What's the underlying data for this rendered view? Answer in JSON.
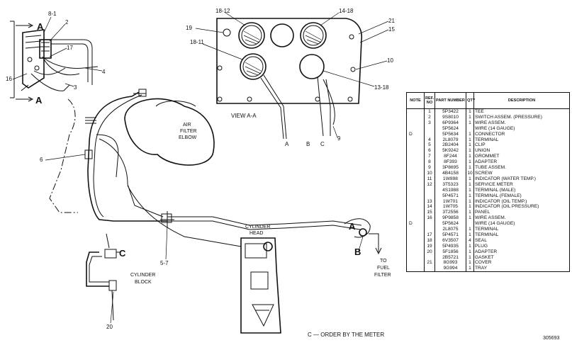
{
  "diagram": {
    "callouts": {
      "c8_1": "8-1",
      "c2": "2",
      "c17": "17",
      "c16": "16",
      "c4": "4",
      "c3": "3",
      "c18_12": "18-12",
      "c14_18": "14-18",
      "c21": "21",
      "c15": "15",
      "c19": "19",
      "c18_11": "18-11",
      "c10": "10",
      "c13_18": "13-18",
      "c9": "9",
      "c6": "6",
      "c5_7": "5-7",
      "c20": "20"
    },
    "section_a_top": "A",
    "section_a_bottom": "A",
    "view_label": "VIEW A-A",
    "pipe_a": "A",
    "pipe_b": "B",
    "pipe_c": "C",
    "air_filter_label": [
      "AIR",
      "FILTER",
      "ELBOW"
    ],
    "cylinder_head_label": [
      "CYLINDER",
      "HEAD"
    ],
    "cylinder_block_label": [
      "CYLINDER",
      "BLOCK"
    ],
    "to_fuel_filter_label": [
      "TO",
      "FUEL",
      "FILTER"
    ],
    "marker_a": "A",
    "marker_b": "B",
    "marker_c": "C"
  },
  "parts_table": {
    "headers": [
      "NOTE",
      "REF. NO",
      "PART NUMBER",
      "QTY",
      "DESCRIPTION"
    ],
    "rows": [
      {
        "note": "",
        "ref": "1",
        "part": "5P3422",
        "qty": "1",
        "desc": "TEE"
      },
      {
        "note": "",
        "ref": "2",
        "part": "9S8010",
        "qty": "1",
        "desc": "SWITCH ASSEM. (PRESSURE)"
      },
      {
        "note": "",
        "ref": "3",
        "part": "6P9364",
        "qty": "1",
        "desc": "WIRE ASSEM."
      },
      {
        "note": "",
        "ref": "",
        "part": "5P5624",
        "qty": "",
        "desc": "  WIRE (14 GAUGE)"
      },
      {
        "note": "D",
        "ref": "",
        "part": "5P5634",
        "qty": "1",
        "desc": "  CONNECTOR"
      },
      {
        "note": "",
        "ref": "4",
        "part": "2L8079",
        "qty": "1",
        "desc": "  TERMINAL"
      },
      {
        "note": "",
        "ref": "5",
        "part": "2B2404",
        "qty": "1",
        "desc": "CLIP"
      },
      {
        "note": "",
        "ref": "6",
        "part": "5K9242",
        "qty": "1",
        "desc": "UNION"
      },
      {
        "note": "",
        "ref": "7",
        "part": "8F244",
        "qty": "1",
        "desc": "GROMMET"
      },
      {
        "note": "",
        "ref": "8",
        "part": "8F393",
        "qty": "1",
        "desc": "ADAPTER"
      },
      {
        "note": "",
        "ref": "9",
        "part": "3P8695",
        "qty": "1",
        "desc": "TUBE ASSEM."
      },
      {
        "note": "",
        "ref": "10",
        "part": "4B4158",
        "qty": "10",
        "desc": "SCREW"
      },
      {
        "note": "",
        "ref": "11",
        "part": "1W898",
        "qty": "1",
        "desc": "INDICATOR (WATER TEMP.)"
      },
      {
        "note": "",
        "ref": "12",
        "part": "3T5323",
        "qty": "1",
        "desc": "SERVICE METER"
      },
      {
        "note": "",
        "ref": "",
        "part": "4S1988",
        "qty": "1",
        "desc": "  TERMINAL (MALE)"
      },
      {
        "note": "",
        "ref": "",
        "part": "5P4571",
        "qty": "1",
        "desc": "  TERMINAL (FEMALE)"
      },
      {
        "note": "",
        "ref": "13",
        "part": "1W701",
        "qty": "1",
        "desc": "INDICATOR (OIL TEMP.)"
      },
      {
        "note": "",
        "ref": "14",
        "part": "1W705",
        "qty": "1",
        "desc": "INDICATOR (OIL PRESSURE)"
      },
      {
        "note": "",
        "ref": "15",
        "part": "3T2556",
        "qty": "1",
        "desc": "PANEL"
      },
      {
        "note": "",
        "ref": "16",
        "part": "9P9858",
        "qty": "1",
        "desc": "WIRE ASSEM."
      },
      {
        "note": "D",
        "ref": "",
        "part": "5P5624",
        "qty": "",
        "desc": "  WIRE (14 GAUGE)"
      },
      {
        "note": "",
        "ref": "",
        "part": "2L8075",
        "qty": "1",
        "desc": "  TERMINAL"
      },
      {
        "note": "",
        "ref": "17",
        "part": "5P4571",
        "qty": "1",
        "desc": "  TERMINAL"
      },
      {
        "note": "",
        "ref": "18",
        "part": "6V3507",
        "qty": "4",
        "desc": "SEAL"
      },
      {
        "note": "",
        "ref": "19",
        "part": "5P4935",
        "qty": "1",
        "desc": "PLUG"
      },
      {
        "note": "",
        "ref": "20",
        "part": "5F1856",
        "qty": "1",
        "desc": "ADAPTER"
      },
      {
        "note": "",
        "ref": "",
        "part": "2B5721",
        "qty": "1",
        "desc": "GASKET"
      },
      {
        "note": "",
        "ref": "21",
        "part": "8G993",
        "qty": "1",
        "desc": "COVER"
      },
      {
        "note": "",
        "ref": "",
        "part": "9G994",
        "qty": "1",
        "desc": "TRAY"
      }
    ]
  },
  "footnote": "C — ORDER BY THE METER",
  "figure_number": "305693"
}
